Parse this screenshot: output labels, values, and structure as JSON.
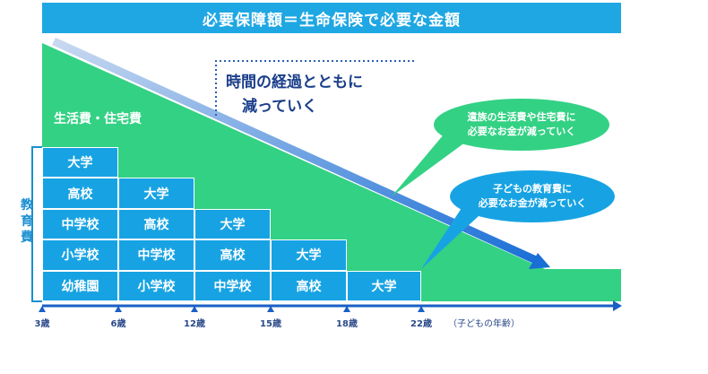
{
  "title": "必要保障額＝生命保険で必要な金額",
  "living_label": "生活費・住宅費",
  "time_note": {
    "line1": "時間の経過とともに",
    "line2": "減っていく"
  },
  "bubble_top": {
    "line1": "遺族の生活費や住宅費に",
    "line2": "必要なお金が減っていく"
  },
  "bubble_bottom": {
    "line1": "子どもの教育費に",
    "line2": "必要なお金が減っていく"
  },
  "education_label": "教育費",
  "axis_unit": "（子どもの年齢）",
  "ticks": [
    "3歳",
    "6歳",
    "12歳",
    "15歳",
    "18歳",
    "22歳"
  ],
  "columns": [
    [
      "幼稚園",
      "小学校",
      "中学校",
      "高校",
      "大学"
    ],
    [
      "小学校",
      "中学校",
      "高校",
      "大学"
    ],
    [
      "中学校",
      "高校",
      "大学"
    ],
    [
      "高校",
      "大学"
    ],
    [
      "大学"
    ]
  ],
  "colors": {
    "green": "#33d184",
    "blue": "#17a3e3",
    "axis": "#1a5fc4",
    "title_bg": "#1fa7e3"
  }
}
